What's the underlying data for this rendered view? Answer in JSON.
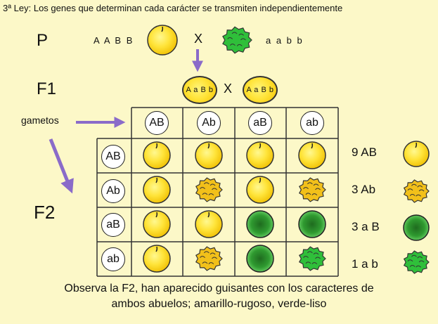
{
  "title": "3ª Ley:  Los genes que determinan cada carácter se transmiten independientemente",
  "generations": {
    "p": "P",
    "f1": "F1",
    "f2": "F2"
  },
  "parents": {
    "left_genotype": "A A B B",
    "right_genotype": "a a b b",
    "cross": "X"
  },
  "f1": {
    "left_genotype": "A a B b",
    "right_genotype": "A a B b",
    "cross": "X"
  },
  "gametes_label": "gametos",
  "gametes_top": [
    "AB",
    "Ab",
    "aB",
    "ab"
  ],
  "gametes_left": [
    "AB",
    "Ab",
    "aB",
    "ab"
  ],
  "grid": [
    [
      "yellow-smooth",
      "yellow-smooth",
      "yellow-smooth",
      "yellow-smooth"
    ],
    [
      "yellow-smooth",
      "yellow-wrinkled",
      "yellow-smooth",
      "yellow-wrinkled"
    ],
    [
      "yellow-smooth",
      "yellow-smooth",
      "green-smooth",
      "green-smooth"
    ],
    [
      "yellow-smooth",
      "yellow-wrinkled",
      "green-smooth",
      "green-wrinkled"
    ]
  ],
  "results": [
    {
      "label": "9 AB",
      "phenotype": "yellow-smooth"
    },
    {
      "label": "3 Ab",
      "phenotype": "yellow-wrinkled"
    },
    {
      "label": "3 a B",
      "phenotype": "green-smooth"
    },
    {
      "label": "1 a b",
      "phenotype": "green-wrinkled"
    }
  ],
  "caption_line1": "Observa la F2, han aparecido guisantes con los caracteres de",
  "caption_line2": "ambos abuelos; amarillo-rugoso, verde-liso",
  "colors": {
    "background": "#fcf8c8",
    "yellow_pea": "#ffe43a",
    "green_pea": "#2a8a2a",
    "yellow_wrinkled": "#f2c01a",
    "green_wrinkled": "#2fbf3a",
    "arrow": "#8a6bc9"
  }
}
